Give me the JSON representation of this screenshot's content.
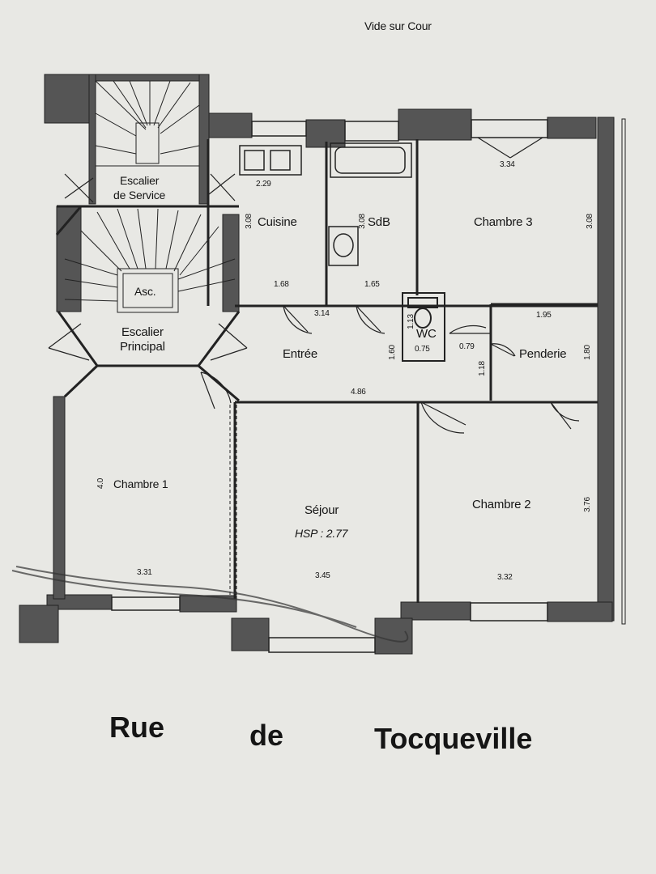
{
  "header": {
    "top_label": "Vide sur Cour"
  },
  "rooms": {
    "escalier_service": "Escalier\nde Service",
    "escalier_service_l1": "Escalier",
    "escalier_service_l2": "de Service",
    "ascenseur": "Asc.",
    "escalier_principal_l1": "Escalier",
    "escalier_principal_l2": "Principal",
    "cuisine": "Cuisine",
    "sdb": "SdB",
    "chambre3": "Chambre 3",
    "wc": "WC",
    "penderie": "Penderie",
    "entree": "Entrée",
    "chambre1": "Chambre 1",
    "sejour": "Séjour",
    "sejour_hsp": "HSP : 2.77",
    "chambre2": "Chambre 2"
  },
  "dimensions": {
    "cuisine_width": "2.29",
    "cuisine_height": "3.08",
    "cuisine_bottom": "1.68",
    "sdb_height": "3.08",
    "sdb_bottom": "1.65",
    "chambre3_width": "3.34",
    "chambre3_height": "3.08",
    "entree_top": "3.14",
    "wc_height": "1.13",
    "wc_width": "0.75",
    "door_width": "0.79",
    "entree_height": "1.60",
    "penderie_width": "1.95",
    "penderie_height": "1.80",
    "penderie_side": "1.18",
    "entree_width": "4.86",
    "chambre1_height": "4.0",
    "chambre1_width": "3.31",
    "sejour_width": "3.45",
    "chambre2_height": "3.76",
    "chambre2_width": "3.32"
  },
  "street": {
    "word1": "Rue",
    "word2": "de",
    "word3": "Tocqueville"
  },
  "colors": {
    "wall": "#555555",
    "paper": "#e8e8e4",
    "ink": "#151515"
  }
}
